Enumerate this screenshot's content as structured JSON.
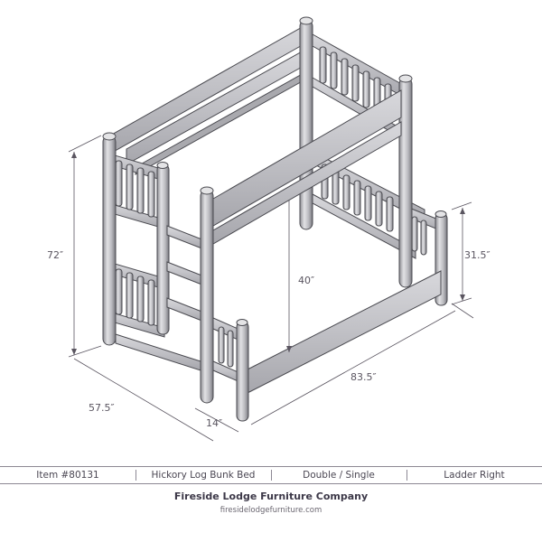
{
  "drawing": {
    "subject": "hickory log bunk bed isometric line drawing",
    "colors": {
      "log_fill": "#c9c9cc",
      "log_stroke": "#4a4a50",
      "dimension_line": "#5a5560",
      "text": "#5a5560"
    }
  },
  "dimensions": {
    "overall_height": "72″",
    "bunk_clearance": "40″",
    "footboard_height": "31.5″",
    "width": "57.5″",
    "ladder_offset": "14″",
    "length": "83.5″"
  },
  "footer": {
    "cells": [
      {
        "label": "Item #80131"
      },
      {
        "label": "Hickory Log Bunk Bed"
      },
      {
        "label": "Double / Single"
      },
      {
        "label": "Ladder Right"
      }
    ],
    "company": "Fireside Lodge Furniture Company",
    "url": "firesidelodgefurniture.com"
  }
}
